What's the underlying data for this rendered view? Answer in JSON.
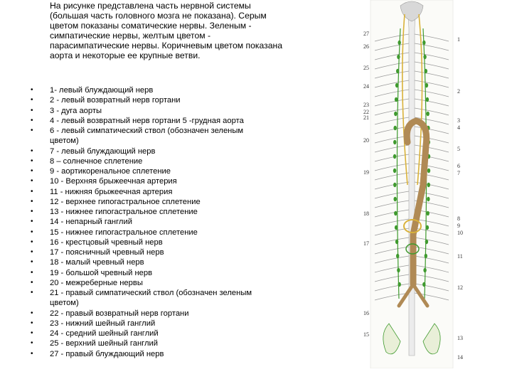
{
  "intro_text": "На рисунке представлена часть нервной системы (большая часть головного мозга не показана). Серым цветом показаны соматические нервы. Зеленым - симпатические нервы, желтым цветом - парасимпатические нервы. Коричневым цветом показана аорта и некоторые ее крупные ветви.",
  "bullet_symbol": "•",
  "legend": [
    "1- левый блуждающий нерв",
    "2 - левый возвратный нерв гортани",
    "3 - дуга аорты",
    "4 - левый возвратный нерв гортани 5 -грудная аорта",
    "6 - левый симпатический ствол (обозначен зеленым цветом)",
    "7 - левый блуждающий нерв",
    "8 – солнечное сплетение",
    "9 - аортикоренальное сплетение",
    "10 - Верхняя брыжеечная артерия",
    "11 - нижняя брыжеечная артерия",
    "12 - верхнее гипогастральное сплетение",
    "13 - нижнее гипогастральное сплетение",
    "14 - непарный ганглий",
    "15 - нижнее гипогастральное сплетение",
    "16 - крестцовый чревный нерв",
    "17 - поясничный чревный нерв",
    "18 - малый чревный нерв",
    "19 - большой чревный нерв",
    "20 - межреберные нервы",
    "21 - правый симпатический ствол (обозначен зеленым цветом)",
    "22 - правый возвратный нерв гортани",
    "23 - нижний шейный ганглий",
    "24 - средний шейный ганглий",
    "25 - верхний шейный ганглий",
    "27 - правый блуждающий нерв"
  ],
  "figure": {
    "labels_left": [
      "27",
      "26",
      "25",
      "24",
      "23",
      "22",
      "21",
      "20",
      "19",
      "18",
      "17",
      "16",
      "15"
    ],
    "labels_right": [
      "1",
      "2",
      "3",
      "4",
      "5",
      "6",
      "7",
      "8",
      "9",
      "10",
      "11",
      "12",
      "13",
      "14"
    ],
    "colors": {
      "somatic": "#9a9a9a",
      "sympathetic": "#3f9a2e",
      "parasympathetic": "#d9b23a",
      "aorta": "#b08a55"
    }
  }
}
